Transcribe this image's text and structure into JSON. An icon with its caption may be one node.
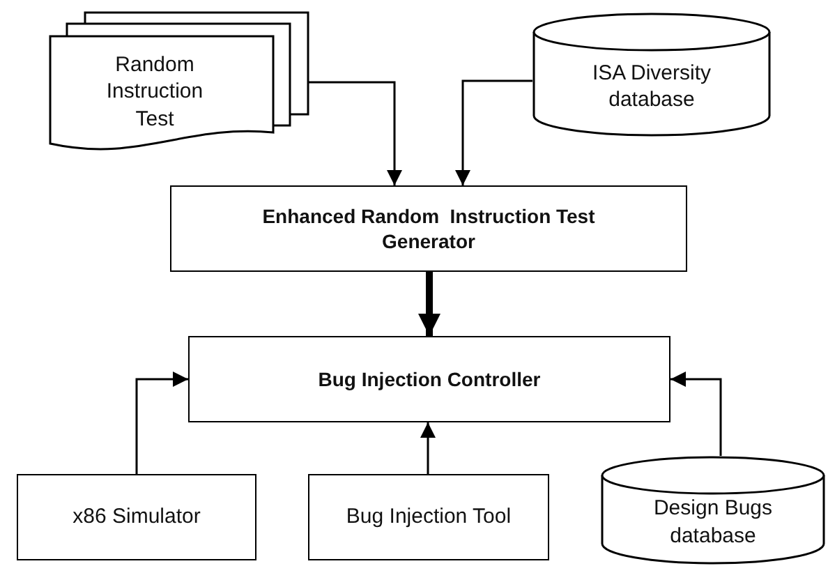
{
  "diagram": {
    "nodes": [
      {
        "text": [
          "Random Instruction Test"
        ]
      },
      {
        "text": [
          "ISA Diversity database"
        ]
      },
      {
        "text": [
          "Enhanced Random  Instruction Test Generator"
        ]
      },
      {
        "text": [
          "Bug Injection Controller"
        ]
      },
      {
        "text": [
          "x86 Simulator"
        ]
      },
      {
        "text": [
          "Bug Injection Tool"
        ]
      },
      {
        "text": [
          "Design Bugs database"
        ]
      }
    ],
    "edges": [
      {
        "from": 0,
        "to": 2,
        "arrow": "to"
      },
      {
        "from": 1,
        "to": 2,
        "arrow": "to"
      },
      {
        "from": 2,
        "to": 3,
        "arrow": "to",
        "style": "thick"
      },
      {
        "from": 4,
        "to": 3,
        "arrow": "to"
      },
      {
        "from": 5,
        "to": 3,
        "arrow": "to"
      },
      {
        "from": 6,
        "to": 3,
        "arrow": "to"
      }
    ]
  }
}
